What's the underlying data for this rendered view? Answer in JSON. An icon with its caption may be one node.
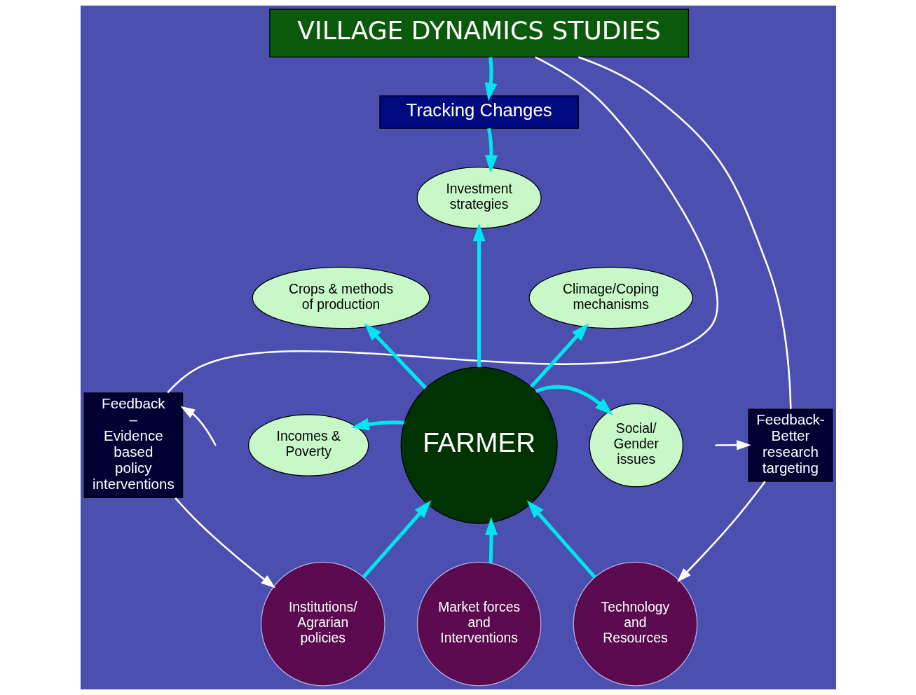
{
  "diagram": {
    "nodes": [
      {
        "text": [
          "VILLAGE DYNAMICS STUDIES"
        ]
      },
      {
        "text": [
          "Tracking Changes"
        ]
      },
      {
        "text": [
          "Feedback – Evidence based policy interventions"
        ]
      },
      {
        "text": [
          "Feedback- Better research targeting"
        ]
      },
      {
        "text": [
          "Investment strategies"
        ]
      },
      {
        "text": [
          "Crops & methods of production"
        ]
      },
      {
        "text": [
          "Climage/Coping mechanisms"
        ]
      },
      {
        "text": [
          "Incomes & Poverty"
        ]
      },
      {
        "text": [
          "Social/ Gender issues"
        ]
      },
      {
        "text": [
          "FARMER"
        ]
      },
      {
        "text": [
          "Institutions/ Agrarian policies"
        ]
      },
      {
        "text": [
          "Market forces and Interventions"
        ]
      },
      {
        "text": [
          "Technology and Resources"
        ]
      }
    ],
    "edges": [
      {
        "from": 0,
        "to": 1,
        "arrow": "to"
      },
      {
        "from": 1,
        "to": 4,
        "arrow": "to"
      },
      {
        "from": 9,
        "to": 7,
        "arrow": "to"
      },
      {
        "from": 9,
        "to": 5,
        "arrow": "to"
      },
      {
        "from": 9,
        "to": 4,
        "arrow": "to"
      },
      {
        "from": 9,
        "to": 6,
        "arrow": "to"
      },
      {
        "from": 9,
        "to": 8,
        "arrow": "to"
      },
      {
        "from": 10,
        "to": 9,
        "arrow": "to"
      },
      {
        "from": 11,
        "to": 9,
        "arrow": "to"
      },
      {
        "from": 12,
        "to": 9,
        "arrow": "to"
      },
      {
        "from": 0,
        "to": 2,
        "arrow": "none",
        "color": "#ffffff"
      },
      {
        "from": 2,
        "to": 10,
        "arrow": "to",
        "color": "#ffffff"
      },
      {
        "from": 0,
        "to": 3,
        "arrow": "none",
        "color": "#ffffff"
      },
      {
        "from": 3,
        "to": 12,
        "arrow": "to",
        "color": "#ffffff"
      },
      {
        "from": null,
        "to": 2,
        "arrow": "to",
        "color": "#ffffff"
      },
      {
        "from": null,
        "to": 3,
        "arrow": "to",
        "color": "#ffffff"
      }
    ]
  }
}
